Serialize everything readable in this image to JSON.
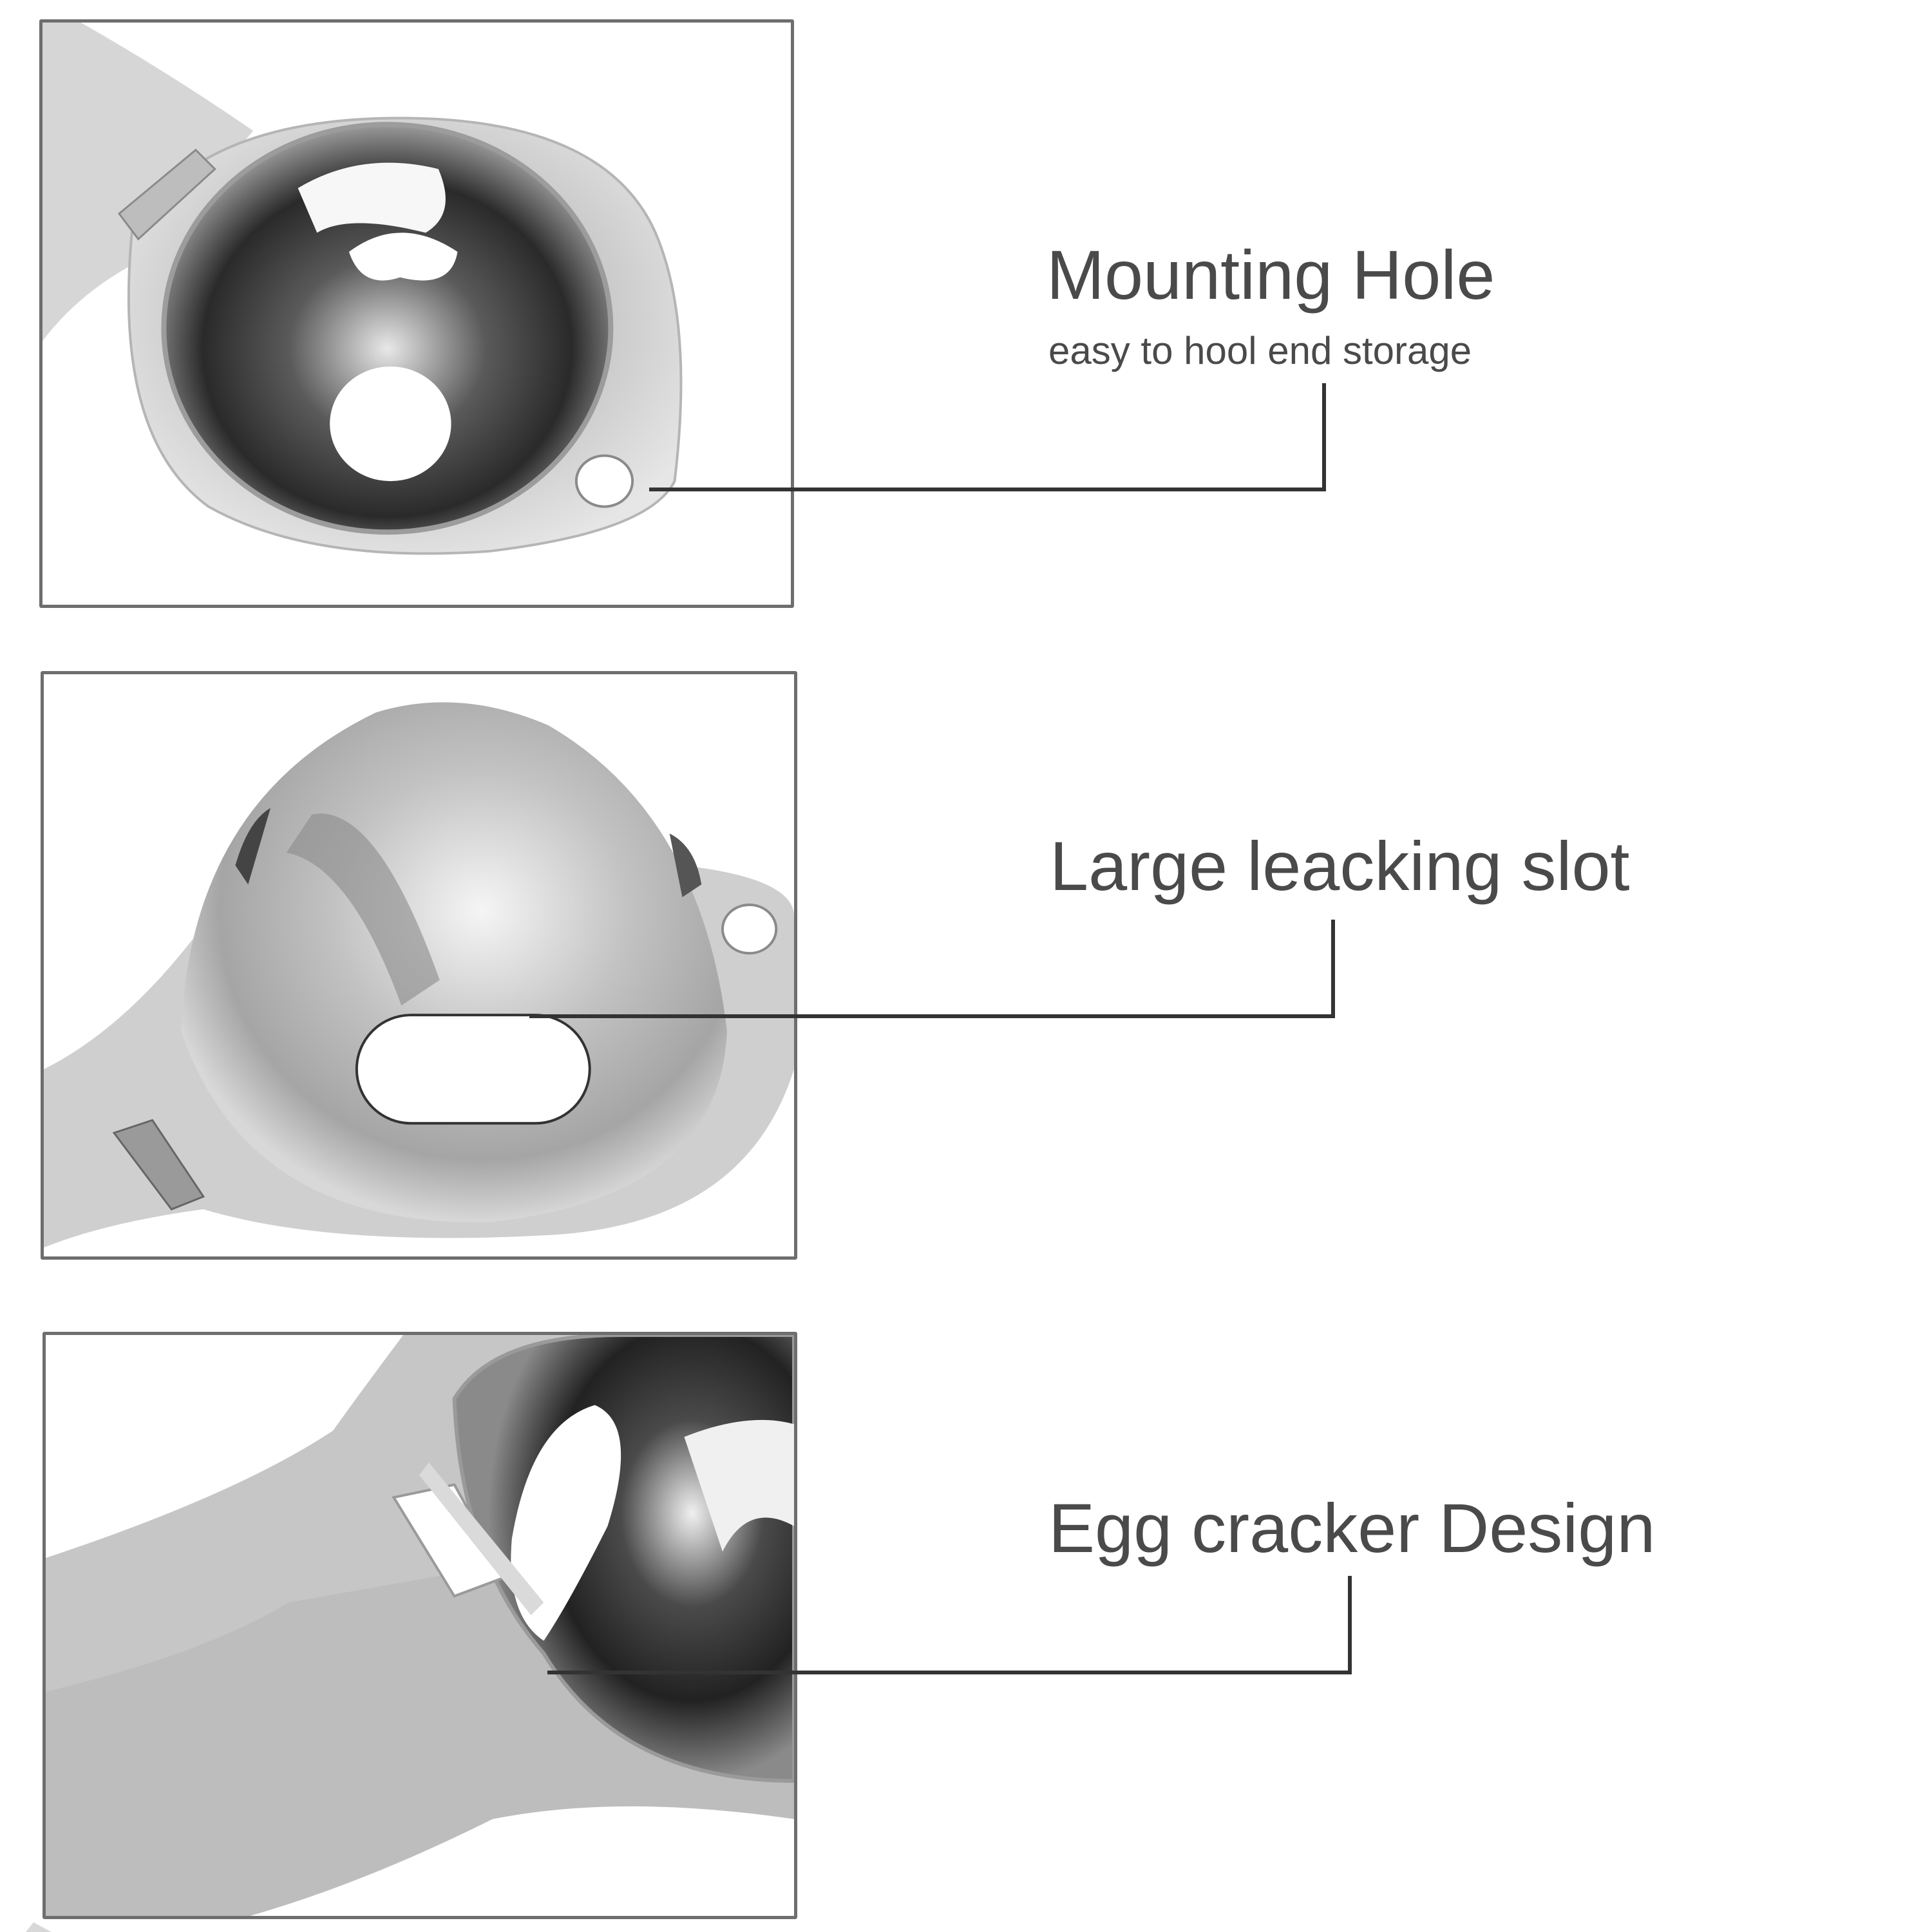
{
  "panels": [
    {
      "id": "mounting-hole",
      "title": "Mounting Hole",
      "subtitle": "easy to hool end storage",
      "image_subject": "stainless steel egg separator, top view with mounting hole",
      "callout": {
        "from": [
          1008,
          760
        ],
        "corner": [
          2056,
          760
        ],
        "to": [
          2056,
          595
        ]
      }
    },
    {
      "id": "leaking-slot",
      "title": "Large leacking slot",
      "subtitle": "",
      "image_subject": "egg separator cup underside showing slot",
      "callout": {
        "from": [
          822,
          1578
        ],
        "corner": [
          2070,
          1578
        ],
        "to": [
          2070,
          1428
        ]
      }
    },
    {
      "id": "egg-cracker",
      "title": "Egg cracker Design",
      "subtitle": "",
      "image_subject": "egg separator handle close-up showing cracker edge",
      "callout": {
        "from": [
          850,
          2597
        ],
        "corner": [
          2096,
          2597
        ],
        "to": [
          2096,
          2447
        ]
      }
    }
  ],
  "colors": {
    "text": "#4a4a4a",
    "frame": "#6e6e6e",
    "leader": "#333333",
    "background": "#ffffff"
  }
}
